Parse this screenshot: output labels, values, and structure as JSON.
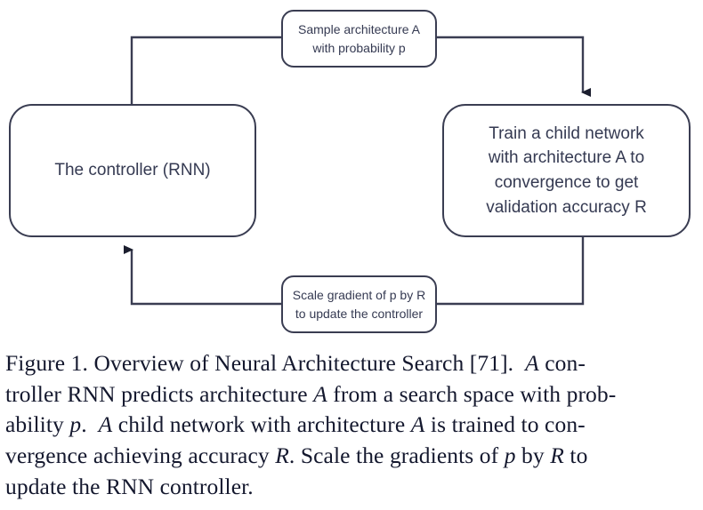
{
  "figure": {
    "domain_kind": "diagram",
    "background_color": "#ffffff",
    "stroke_color": "#3a3d52",
    "text_color": "#353a52",
    "caption_color": "#14182e"
  },
  "diagram": {
    "nodes": [
      {
        "id": "controller",
        "role": "process",
        "text": "The controller (RNN)"
      },
      {
        "id": "train",
        "role": "process",
        "text": "Train a child network\nwith architecture A to\nconvergence to get\nvalidation accuracy R"
      },
      {
        "id": "sample",
        "role": "edge-label",
        "text": "Sample architecture A\nwith probability p"
      },
      {
        "id": "scale",
        "role": "edge-label",
        "text": "Scale gradient of p by R\nto update the controller"
      }
    ],
    "edges": [
      {
        "id": "controller-to-train",
        "from": "controller",
        "to": "train",
        "label": "Sample architecture A with probability p",
        "arrowhead": "down-into-train-top"
      },
      {
        "id": "train-to-controller",
        "from": "train",
        "to": "controller",
        "label": "Scale gradient of p by R to update the controller",
        "arrowhead": "up-into-controller-bottom"
      }
    ]
  },
  "caption": {
    "lines": [
      "Figure 1. Overview of Neural Architecture Search [71].  A con-",
      "troller RNN predicts architecture A from a search space with prob-",
      "ability p.  A child network with architecture A is trained to con-",
      "vergence achieving accuracy R. Scale the gradients of p by R to",
      "update the RNN controller."
    ],
    "figure_number": "Figure 1.",
    "title": "Overview of Neural Architecture Search",
    "reference": "[71]",
    "symbols": [
      "A",
      "p",
      "R"
    ]
  }
}
